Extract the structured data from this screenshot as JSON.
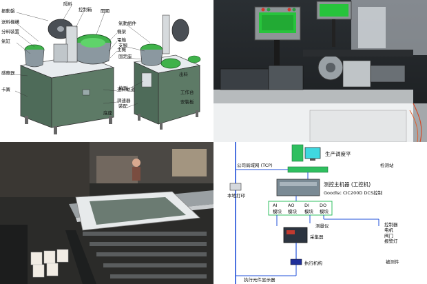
{
  "panels": {
    "machine_diagram": {
      "callouts": [
        "振動盤",
        "送料機構",
        "分料裝置",
        "氣缸",
        "感應器",
        "卡簧",
        "隔料",
        "控制箱",
        "開關",
        "機架",
        "電箱",
        "主機",
        "送料軌道",
        "調速器",
        "氣動組件",
        "支腳",
        "固定座",
        "檢測",
        "裝配",
        "出料",
        "工作台",
        "安裝板",
        "底座"
      ]
    },
    "test_bench": {
      "screen1_text": "",
      "screen2_text": ""
    },
    "factory_line": {},
    "network_diagram": {
      "nodes": {
        "production_pc": "生产调度平",
        "company_lan": "公司局域网 (TCP)",
        "local_printer": "本地打印",
        "controller": "测控主机器 (工控机)",
        "controller_sub": "Goodlsc CIC200D DCS控制",
        "module_ai": "AI\n模块",
        "module_ao": "AO\n模块",
        "module_di": "DI\n模块",
        "module_do": "DO\n模块",
        "sensor_box": "采集器",
        "detector": "测量仪",
        "plc_side": "被测件",
        "outputs": "控制器\n电机\n阀门\n报警灯",
        "tag_right": "检测站",
        "bottom_device": "执行机构",
        "bottom_label": "执行元件显示器"
      }
    }
  },
  "colors": {
    "machine_green": "#3fb24a",
    "screen_green": "#27c43c",
    "monitor_cyan": "#3fd8e0",
    "wire_blue": "#1f4fd8",
    "ui_green": "#2fbf5f"
  }
}
